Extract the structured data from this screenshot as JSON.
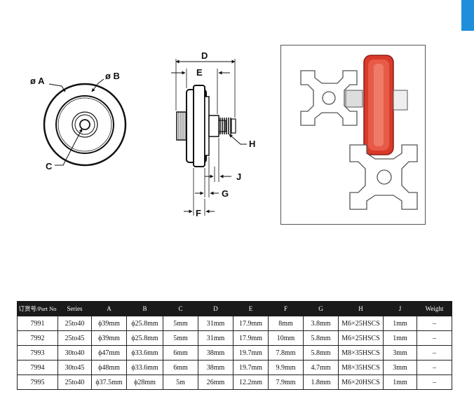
{
  "diagram": {
    "front_labels": {
      "a": "ø A",
      "b": "ø B",
      "c": "C"
    },
    "side_labels": {
      "d": "D",
      "e": "E",
      "f": "F",
      "g": "G",
      "h": "H",
      "j": "J"
    }
  },
  "colors": {
    "wheel_red": "#d93a2b",
    "corner_tab": "#1f8fdc",
    "header_bg": "#1a1a1a"
  },
  "table": {
    "headers": [
      "订货号/Part No",
      "Series",
      "A",
      "B",
      "C",
      "D",
      "E",
      "F",
      "G",
      "H",
      "J",
      "Weight"
    ],
    "rows": [
      [
        "7991",
        "25to40",
        "ϕ39mm",
        "ϕ25.8mm",
        "5mm",
        "31mm",
        "17.9mm",
        "8mm",
        "3.8mm",
        "M6×25HSCS",
        "1mm",
        "–"
      ],
      [
        "7992",
        "25to45",
        "ϕ39mm",
        "ϕ25.8mm",
        "5mm",
        "31mm",
        "17.9mm",
        "10mm",
        "5.8mm",
        "M6×25HSCS",
        "1mm",
        "–"
      ],
      [
        "7993",
        "30to40",
        "ϕ47mm",
        "ϕ33.6mm",
        "6mm",
        "38mm",
        "19.7mm",
        "7.8mm",
        "5.8mm",
        "M8×35HSCS",
        "3mm",
        "–"
      ],
      [
        "7994",
        "30to45",
        "ϕ48mm",
        "ϕ33.6mm",
        "6mm",
        "38mm",
        "19.7mm",
        "9.9mm",
        "4.7mm",
        "M8×35HSCS",
        "3mm",
        "–"
      ],
      [
        "7995",
        "25to40",
        "ϕ37.5mm",
        "ϕ28mm",
        "5m",
        "26mm",
        "12.2mm",
        "7.9mm",
        "1.8mm",
        "M6×20HSCS",
        "1mm",
        "–"
      ]
    ]
  }
}
